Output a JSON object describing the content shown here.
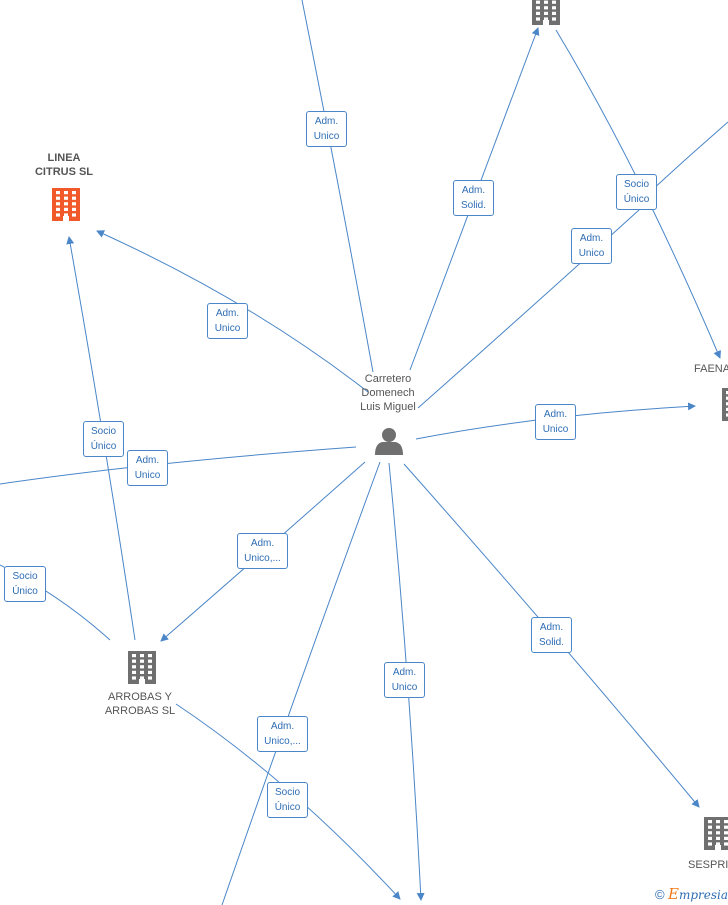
{
  "colors": {
    "edge": "#4a86c8",
    "building": "#6f6f6f",
    "building_highlight": "#f2592a",
    "person": "#6f6f6f"
  },
  "nodes": {
    "center_person": {
      "line1": "Carretero",
      "line2": "Domenech",
      "line3": "Luis Miguel",
      "icon": "person-icon"
    },
    "linea_citrus": {
      "line1": "LINEA",
      "line2": "CITRUS  SL",
      "icon": "building-icon"
    },
    "arrobas": {
      "line1": "ARROBAS Y",
      "line2": "ARROBAS  SL",
      "icon": "building-icon"
    },
    "faena": {
      "line1": "FAENA",
      "icon": "building-icon"
    },
    "sespri": {
      "line1": "SESPRI",
      "icon": "building-icon"
    },
    "top_company": {
      "icon": "building-icon"
    }
  },
  "edge_labels": [
    {
      "line1": "Adm.",
      "line2": "Unico"
    },
    {
      "line1": "Adm.",
      "line2": "Solid."
    },
    {
      "line1": "Socio",
      "line2": "Único"
    },
    {
      "line1": "Adm.",
      "line2": "Unico"
    },
    {
      "line1": "Adm.",
      "line2": "Unico"
    },
    {
      "line1": "Adm.",
      "line2": "Unico"
    },
    {
      "line1": "Socio",
      "line2": "Único"
    },
    {
      "line1": "Adm.",
      "line2": "Unico"
    },
    {
      "line1": "Socio",
      "line2": "Único"
    },
    {
      "line1": "Adm.",
      "line2": "Unico,..."
    },
    {
      "line1": "Adm.",
      "line2": "Solid."
    },
    {
      "line1": "Adm.",
      "line2": "Unico"
    },
    {
      "line1": "Adm.",
      "line2": "Unico,..."
    },
    {
      "line1": "Socio",
      "line2": "Único"
    }
  ],
  "brand": {
    "copyright": "©",
    "e": "E",
    "rest": "mpresia"
  }
}
